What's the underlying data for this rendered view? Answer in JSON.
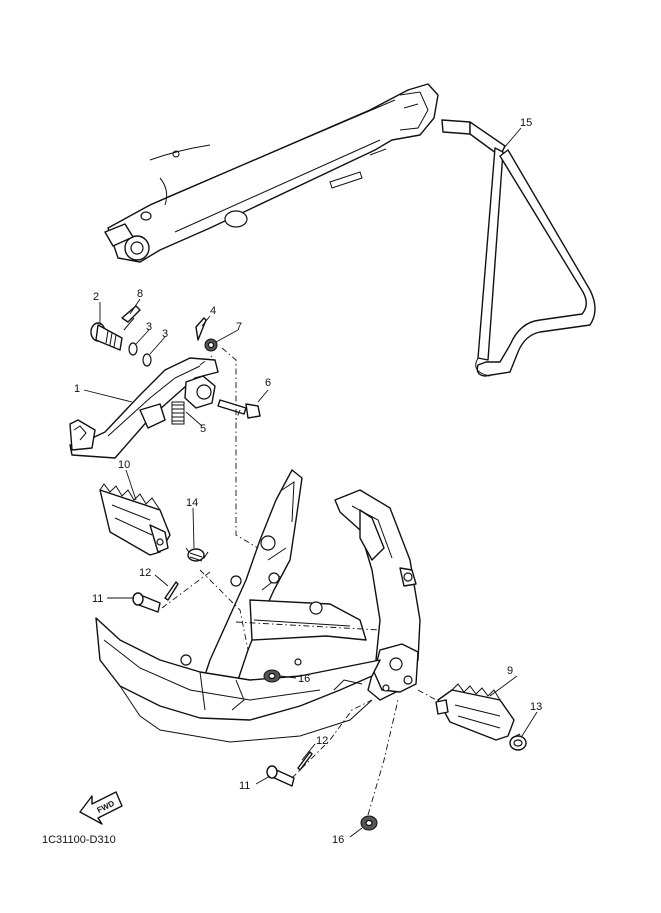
{
  "diagram": {
    "code": "1C31100-D310",
    "fwd_label": "FWD",
    "callouts": {
      "c1": "1",
      "c2": "2",
      "c3a": "3",
      "c3b": "3",
      "c4": "4",
      "c5": "5",
      "c6": "6",
      "c7": "7",
      "c8": "8",
      "c9": "9",
      "c10": "10",
      "c11a": "11",
      "c11b": "11",
      "c12a": "12",
      "c12b": "12",
      "c13": "13",
      "c14": "14",
      "c15": "15",
      "c16a": "16",
      "c16b": "16"
    }
  }
}
